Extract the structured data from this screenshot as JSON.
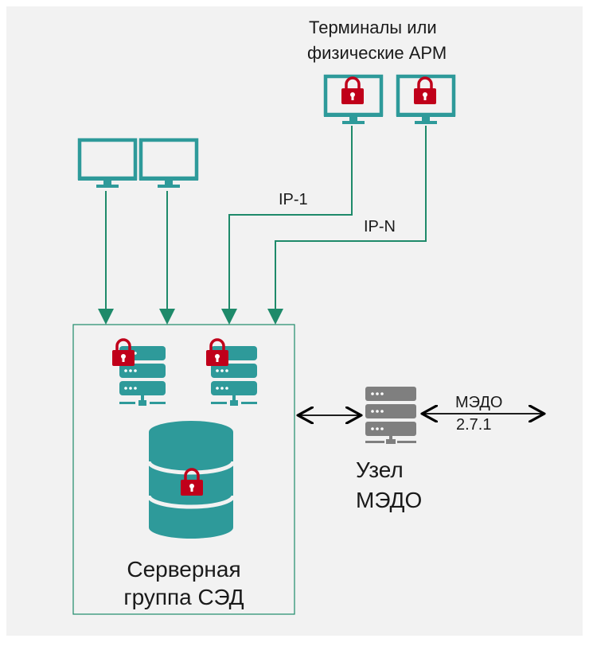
{
  "diagram": {
    "colors": {
      "background": "#f2f2f2",
      "teal": "#2e9a9a",
      "line_green": "#1e8a6a",
      "lock_red": "#c0001a",
      "medo_gray": "#7f7f7f",
      "arrow_black": "#000000"
    },
    "terminals_label_line1": "Терминалы или",
    "terminals_label_line2": "физические АРМ",
    "ip_1": "IP-1",
    "ip_n": "IP-N",
    "protocol_line1": "МЭДО",
    "protocol_line2": "2.7.1",
    "medo_node_line1": "Узел",
    "medo_node_line2": "МЭДО",
    "server_group_line1": "Серверная",
    "server_group_line2": "группа СЭД",
    "icons": {
      "workstation": "monitor-icon",
      "secure_workstation": "monitor-lock-icon",
      "server": "server-rack-icon",
      "database": "database-icon",
      "lock": "padlock-icon",
      "medo_server": "server-rack-icon"
    }
  }
}
